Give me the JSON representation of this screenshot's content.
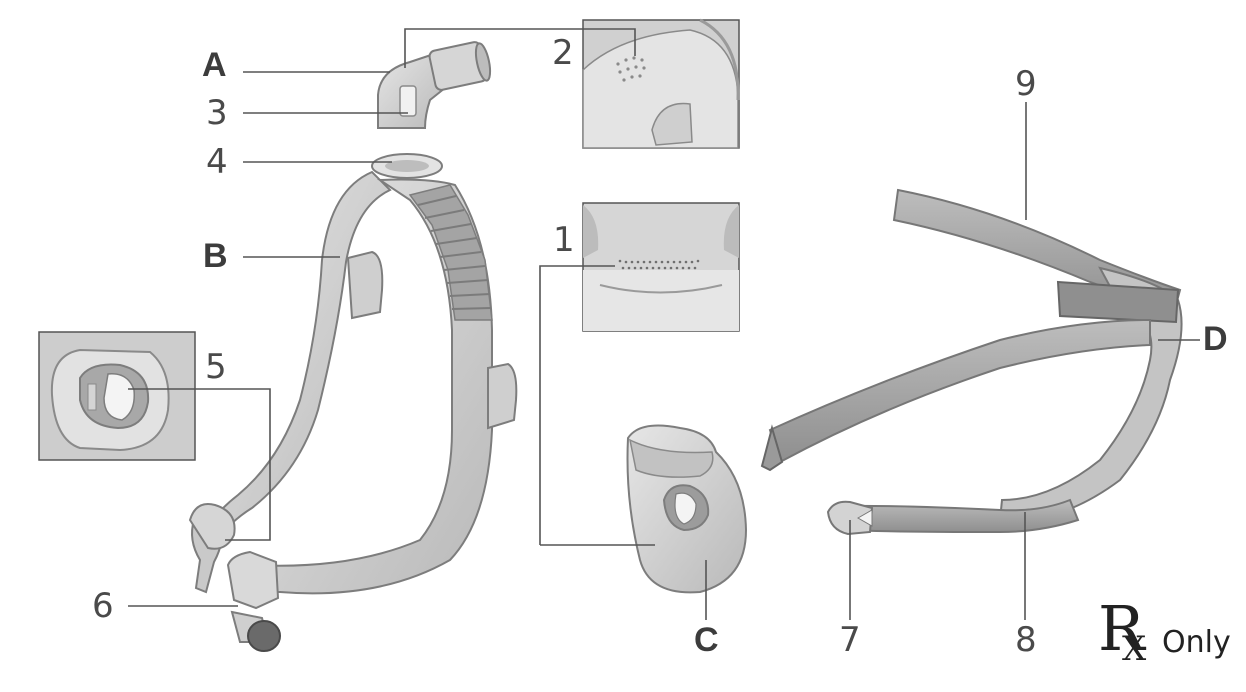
{
  "labels": {
    "A": "A",
    "B": "B",
    "C": "C",
    "D": "D",
    "n1": "1",
    "n2": "2",
    "n3": "3",
    "n4": "4",
    "n5": "5",
    "n6": "6",
    "n7": "7",
    "n8": "8",
    "n9": "9"
  },
  "rx": {
    "r": "R",
    "x": "X",
    "only": "Only"
  },
  "colors": {
    "part_fill": "#d4d4d4",
    "part_dark": "#9a9a9a",
    "strap_fill": "#a9a9a9",
    "outline": "#7d7d7d",
    "leader": "#555555",
    "frame_fill": "#c9c9c9"
  }
}
